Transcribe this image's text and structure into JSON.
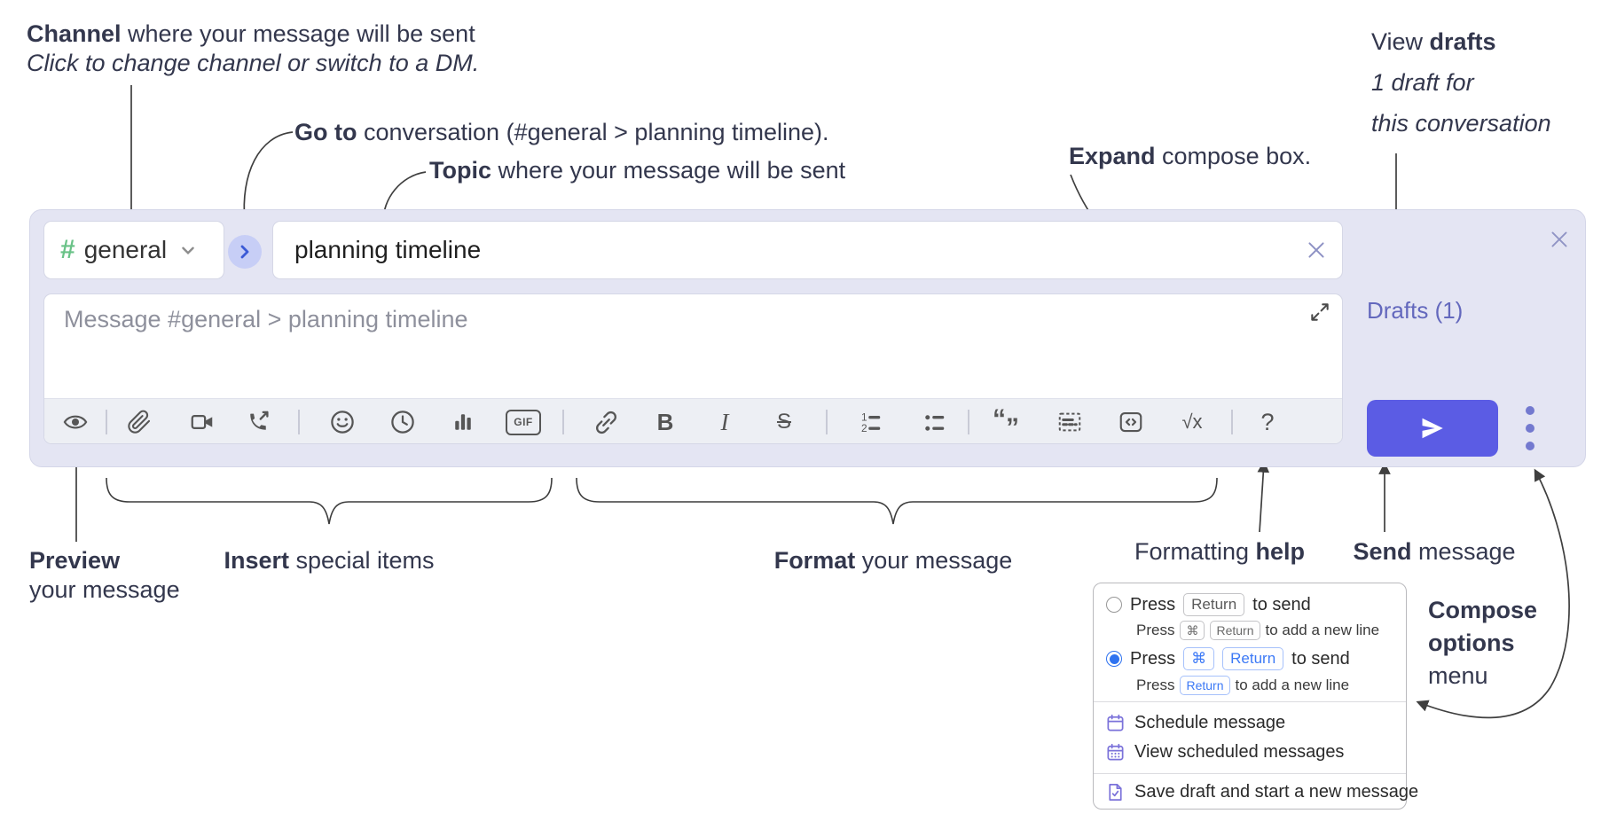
{
  "annotations": {
    "channel": {
      "bold": "Channel",
      "rest": " where your message will be sent",
      "sub": "Click to change channel or switch to a DM."
    },
    "goto": {
      "bold": "Go to",
      "rest": " conversation (#general > planning timeline)."
    },
    "topic": {
      "bold": "Topic",
      "rest": " where your message will be sent"
    },
    "expand": {
      "bold": "Expand",
      "rest": " compose box."
    },
    "view_drafts": {
      "pre": "View ",
      "bold": "drafts",
      "line2": "1 draft for",
      "line3": "this conversation"
    },
    "preview": {
      "bold": "Preview",
      "line2": "your message"
    },
    "insert": {
      "bold": "Insert",
      "rest": " special items"
    },
    "format": {
      "bold": "Format",
      "rest": " your message"
    },
    "formatting_help": {
      "pre": "Formatting ",
      "bold": "help"
    },
    "send": {
      "bold": "Send",
      "rest": " message"
    },
    "compose_options": {
      "line1": "Compose",
      "line2": "options",
      "line3": "menu"
    }
  },
  "compose": {
    "channel_selector": {
      "hash": "#",
      "name": "general"
    },
    "topic": {
      "value": "planning timeline"
    },
    "message": {
      "placeholder": "Message #general > planning timeline"
    },
    "drafts_link": "Drafts (1)",
    "toolbar": {
      "gif": "GIF",
      "bold": "B",
      "italic": "I",
      "strike": "S",
      "math": "√x",
      "help": "?",
      "num1": "1",
      "num2": "2",
      "quote_open": "“",
      "quote_close": "”"
    },
    "toolbar_icons": [
      "preview",
      "attach-file",
      "video-call",
      "voice-call",
      "emoji",
      "global-time",
      "poll",
      "gif",
      "link",
      "bold",
      "italic",
      "strikethrough",
      "numbered-list",
      "bulleted-list",
      "quote",
      "spoiler",
      "code",
      "math",
      "help"
    ]
  },
  "menu": {
    "option_return": {
      "press": "Press",
      "key": "Return",
      "tail": "to send",
      "sub_press": "Press",
      "sub_key1": "⌘",
      "sub_key2": "Return",
      "sub_tail": "to add a new line",
      "selected": false
    },
    "option_cmd_return": {
      "press": "Press",
      "key1": "⌘",
      "key2": "Return",
      "tail": "to send",
      "sub_press": "Press",
      "sub_key": "Return",
      "sub_tail": "to add a new line",
      "selected": true
    },
    "items": [
      {
        "label": "Schedule message"
      },
      {
        "label": "View scheduled messages"
      },
      {
        "label": "Save draft and start a new message"
      }
    ]
  },
  "colors": {
    "compose_bg": "#e4e5f3",
    "send_button": "#5b5ce4",
    "drafts_link": "#6368bd",
    "hash_green": "#69c287",
    "selected_blue": "#2e72f0",
    "menu_icon_purple": "#7b72da"
  }
}
